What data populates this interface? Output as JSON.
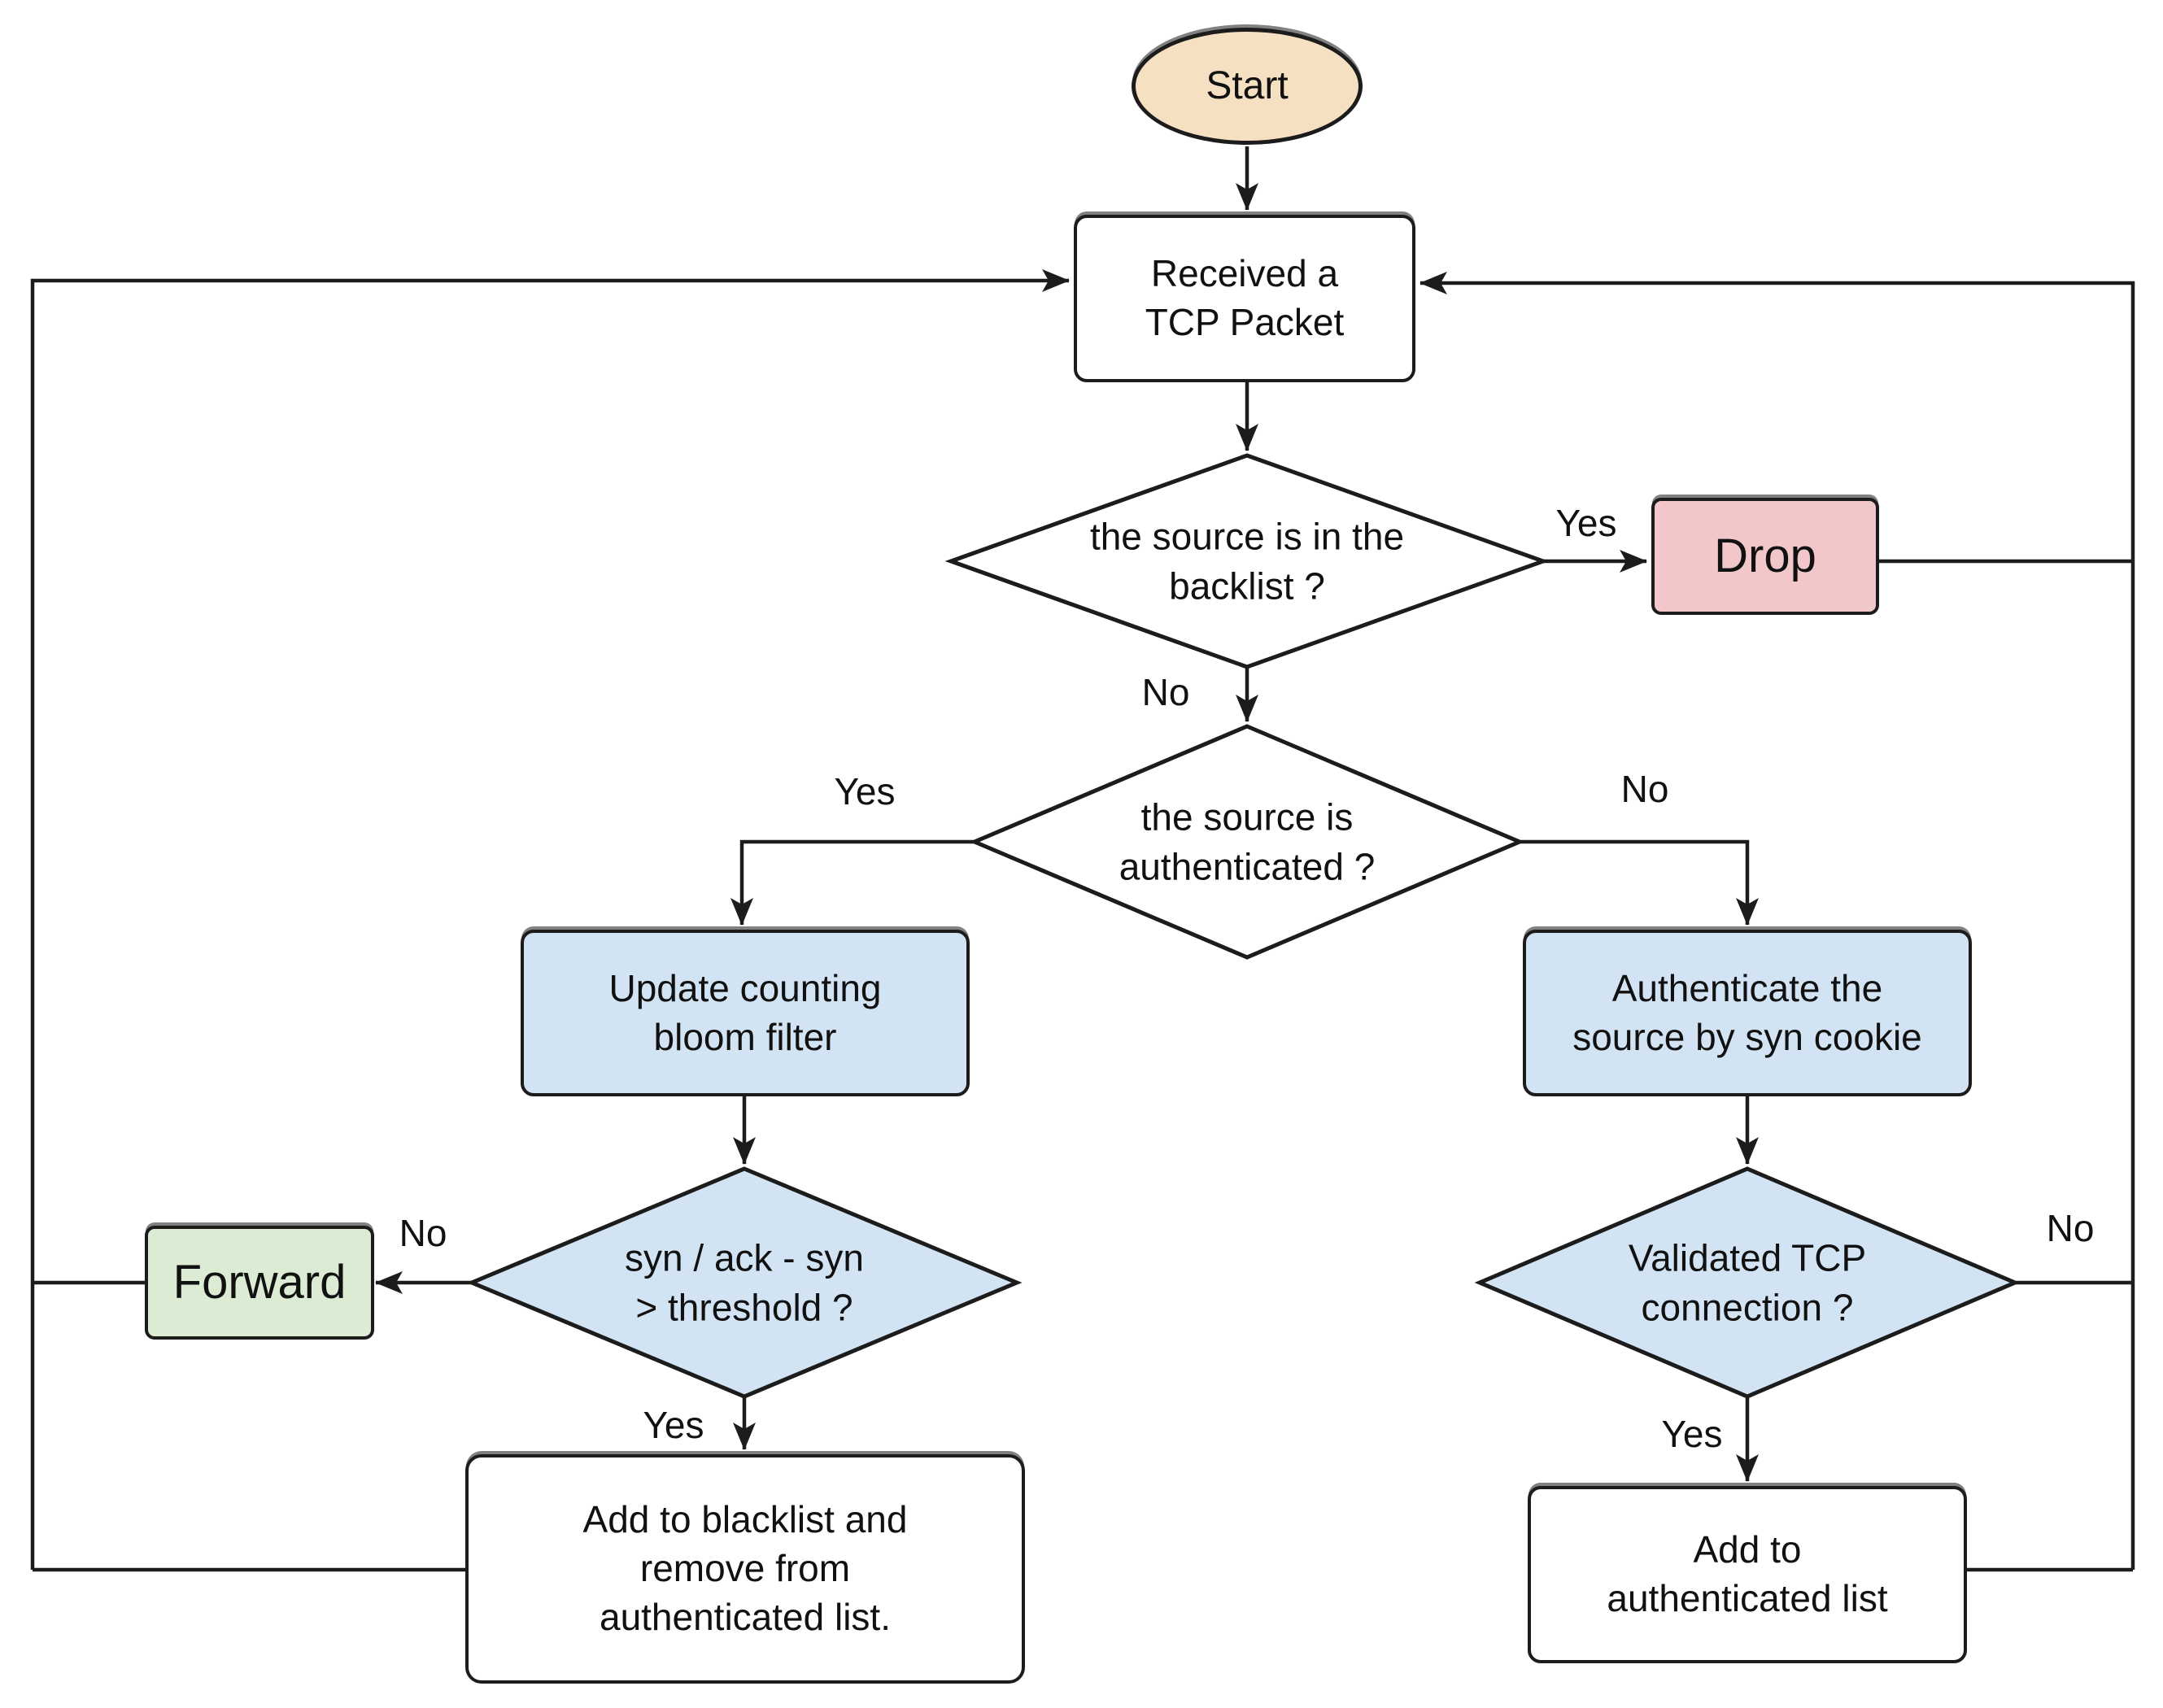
{
  "colors": {
    "bg": "#ffffff",
    "line": "#1c1c1c",
    "text": "#111111",
    "node-white": "#ffffff",
    "node-wheat": "#f6e0c2",
    "node-pink": "#f2c7ca",
    "node-blue": "#d2e4f3",
    "node-green": "#dcecd4"
  },
  "nodes": {
    "start": {
      "label": "Start"
    },
    "received": {
      "label": "Received a\nTCP Packet"
    },
    "blacklist_check": {
      "label": "the source is in the\nbacklist ?"
    },
    "drop": {
      "label": "Drop"
    },
    "auth_check": {
      "label": "the source is\nauthenticated ?"
    },
    "update_bloom": {
      "label": "Update counting\nbloom filter"
    },
    "auth_source": {
      "label": "Authenticate the\nsource by syn cookie"
    },
    "threshold_check": {
      "label": "syn / ack - syn\n> threshold ?"
    },
    "forward": {
      "label": "Forward"
    },
    "add_blacklist": {
      "label": "Add to blacklist and\nremove from\nauthenticated list."
    },
    "validated_check": {
      "label": "Validated TCP\nconnection ?"
    },
    "add_authenticated": {
      "label": "Add to\nauthenticated list"
    }
  },
  "edge_labels": {
    "blacklist_yes": "Yes",
    "blacklist_no": "No",
    "auth_yes": "Yes",
    "auth_no": "No",
    "threshold_no": "No",
    "threshold_yes": "Yes",
    "validated_no": "No",
    "validated_yes": "Yes"
  }
}
